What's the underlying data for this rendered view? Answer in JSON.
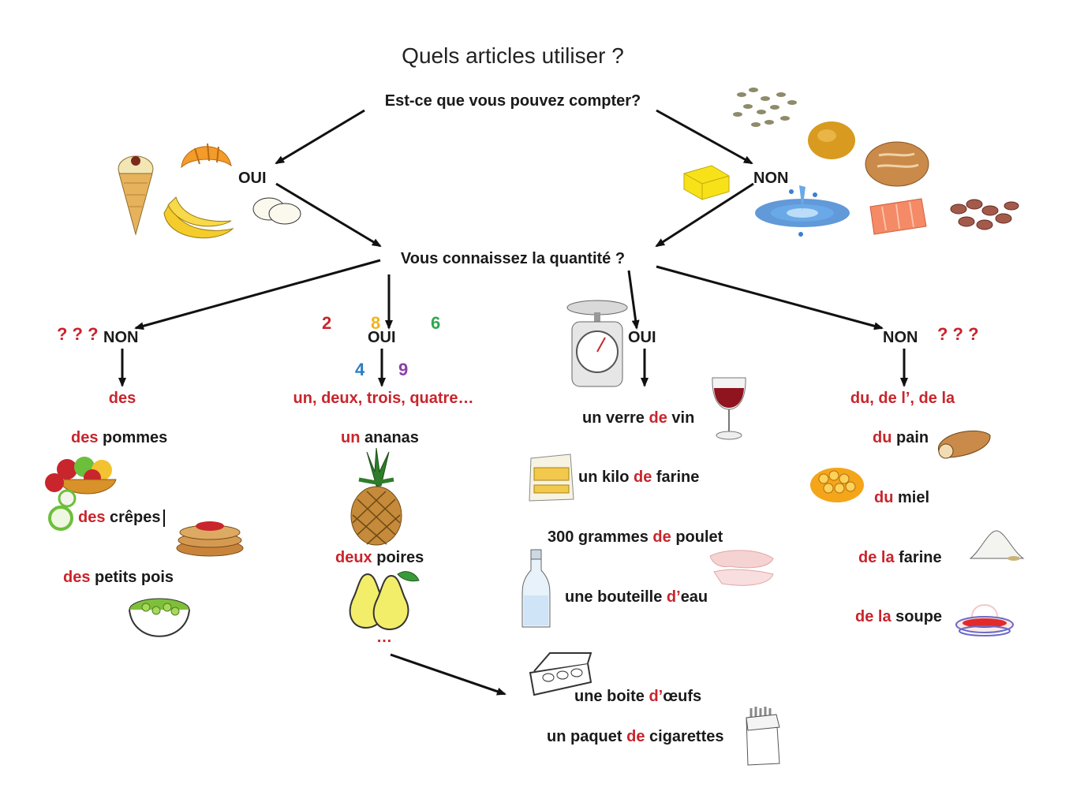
{
  "title": "Quels articles utiliser ?",
  "q1": "Est-ce que vous pouvez compter?",
  "q2": "Vous connaissez la quantité ?",
  "branch": {
    "oui": "OUI",
    "non": "NON",
    "qmarks": "? ? ?"
  },
  "numbers": {
    "n2": "2",
    "n8": "8",
    "n6": "6",
    "n4": "4",
    "n9": "9"
  },
  "colors": {
    "red": "#c8252c",
    "n2": "#c8252c",
    "n8": "#f2b416",
    "n6": "#2fa84f",
    "n4": "#2b7cc0",
    "n9": "#8b3fa8"
  },
  "headers": {
    "des": "des",
    "un_deux": "un, deux, trois, quatre…",
    "du_de": "du, de l’, de la"
  },
  "col1": [
    {
      "art": "des",
      "noun": " pommes"
    },
    {
      "art": "des",
      "noun": " crêpes"
    },
    {
      "art": "des",
      "noun": " petits pois"
    }
  ],
  "col2": [
    {
      "art": "un",
      "noun": " ananas"
    },
    {
      "art": "deux",
      "noun": " poires"
    }
  ],
  "col2_more": "…",
  "col3": [
    {
      "a": "un verre ",
      "b": "de",
      "c": " vin"
    },
    {
      "a": "un kilo ",
      "b": "de",
      "c": " farine"
    },
    {
      "a": "300 grammes ",
      "b": "de",
      "c": " poulet"
    },
    {
      "a": "une bouteille ",
      "b": "d’",
      "c": "eau"
    },
    {
      "a": "une boite ",
      "b": "d’",
      "c": "œufs"
    },
    {
      "a": "un paquet ",
      "b": "de",
      "c": " cigarettes"
    }
  ],
  "col4": [
    {
      "art": "du",
      "noun": " pain"
    },
    {
      "art": "du",
      "noun": " miel"
    },
    {
      "art": "de la",
      "noun": " farine"
    },
    {
      "art": "de la",
      "noun": " soupe"
    }
  ],
  "icons": [
    "ice-cream-cone-icon",
    "croissant-icon",
    "banana-icon",
    "cookie-icon",
    "seeds-icon",
    "spice-icon",
    "bread-icon",
    "butter-icon",
    "water-splash-icon",
    "salmon-icon",
    "beans-icon",
    "scale-icon",
    "wine-glass-icon",
    "flour-bag-icon",
    "chicken-icon",
    "water-bottle-icon",
    "egg-box-icon",
    "cigarette-pack-icon",
    "fruit-bowl-icon",
    "pancakes-icon",
    "peas-bowl-icon",
    "pineapple-icon",
    "pears-icon",
    "baguette-icon",
    "honeycomb-icon",
    "flour-pile-icon",
    "soup-bowl-icon"
  ]
}
